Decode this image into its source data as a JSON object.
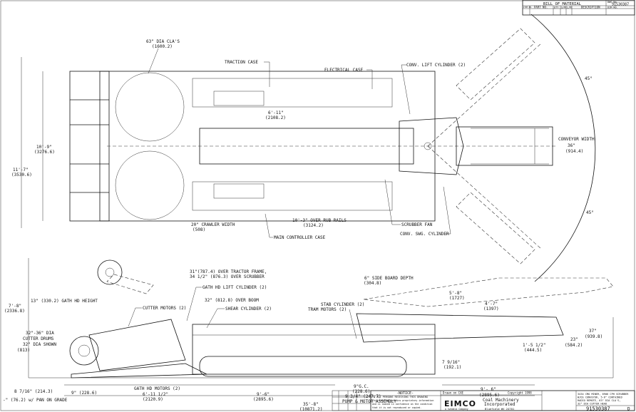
{
  "bill_of_material": {
    "title": "BILL OF MATERIAL",
    "dwg_no_label": "DWG No.",
    "dwg_no": "91530387",
    "columns": [
      "ITEM NO.",
      "PART NO.",
      "QTY",
      "S/M",
      "L/M",
      "DESCRIPTION",
      "DIM NO."
    ]
  },
  "plan_view": {
    "cla_dia": "63\" DIA CLA'S",
    "cla_dia_mm": "(1600.2)",
    "traction_case": "TRACTION CASE",
    "electrical_case": "ELECTRICAL CASE",
    "conv_lift_cylinder": "CONV. LIFT CYLINDER (2)",
    "width_mid": "6'-11\"",
    "width_mid_mm": "(2108.2)",
    "width_10_9": "10'-9\"",
    "width_10_9_mm": "(3276.6)",
    "width_11_7": "11'-7\"",
    "width_11_7_mm": "(3530.6)",
    "conveyor_width_label": "CONVEYOR WIDTH",
    "conveyor_width": "36\"",
    "conveyor_width_mm": "(914.4)",
    "angle_top": "45°",
    "angle_bottom": "45°",
    "crawler_width": "20\" CRAWLER WIDTH",
    "crawler_width_mm": "(508)",
    "over_rub_rails": "10'-3\" OVER RUB RAILS",
    "over_rub_rails_mm": "(3124.2)",
    "scrubber_fan": "SCRUBBER FAN",
    "main_controller_case": "MAIN CONTROLLER CASE",
    "conv_swg_cylinder": "CONV. SWG. CYLINDER"
  },
  "side_view": {
    "over_tractor_frame": "31\"(787.4) OVER TRACTOR FRAME,",
    "over_scrubber": "34 1/2\" (876.3) OVER SCRUBBER",
    "gath_hd_lift": "GATH HD LIFT CYLINDER (2)",
    "over_boom": "32\" (812.8) OVER BOOM",
    "shear_cylinder": "SHEAR CYLINDER (2)",
    "cutter_motors": "CUTTER MOTORS (2)",
    "gath_hd_height": "13\" (330.2) GATH HD HEIGHT",
    "height_7_8": "7'-8\"",
    "height_7_8_mm": "(2336.8)",
    "cutter_drums": "32\"-36\" DIA",
    "cutter_drums_2": "CUTTER DRUMS",
    "dia_shown": "32\" DIA SHOWN",
    "dia_shown_mm": "(813)",
    "dim_8_7_16": "8 7/16\" (214.3)",
    "pan_on_grade": "-\" (76.2) w/ PAN ON GRADE",
    "dim_9": "9\" (228.6)",
    "gath_hd_motors": "GATH HD MOTORS (2)",
    "len_6_11_half": "6'-11 1/2\"",
    "len_6_11_half_mm": "(2120.9)",
    "len_9_6": "9'-6\"",
    "len_9_6_mm": "(2895.6)",
    "len_35_8": "35'-8\"",
    "len_35_8_mm": "(10871.2)",
    "side_board_depth": "6\" SIDE BOARD DEPTH",
    "side_board_depth_mm": "(304.8)",
    "stab_cylinder": "STAB CYLINDER (2)",
    "tram_motors": "TRAM MOTORS (2)",
    "gc": "9\"G.C.",
    "gc_mm": "(228.6)",
    "dim_9_3_4": "9 3/4\" (247.7)",
    "pump_motor": "PUMP & MOTOR ASSEMBLY",
    "dim_5_8": "5'-8\"",
    "dim_5_8_mm": "(1727)",
    "dim_4_7": "4'-7\"",
    "dim_4_7_mm": "(1397)",
    "dim_7_9_16": "7 9/16\"",
    "dim_7_9_16_mm": "(192.1)",
    "dim_1_5_half": "1'-5 1/2\"",
    "dim_1_5_half_mm": "(444.5)",
    "dim_9_6_tail": "9'- 6\"",
    "dim_9_6_tail_mm": "(2895.6)",
    "dim_23": "23\"",
    "dim_23_mm": "(584.2)",
    "dim_37": "37\"",
    "dim_37_mm": "(939.8)"
  },
  "title_block": {
    "notice_title": "-NOTICE-",
    "notice_1": "TO ALL PERSONS RECEIVING THIS DRAWING",
    "notice_2": "This drawing contains proprietary information",
    "notice_3": "and is loaned in confidence on the condition",
    "notice_4": "that it is not reproduced or copied.",
    "drawn_on": "Drawn on CAE",
    "copyright": "Copyright 1998",
    "logo": "EIMCO",
    "company_1": "Coal Machinery",
    "company_2": "Incorporated",
    "company_sub": "A Svedala Company",
    "location": "Bluefield WV 24701",
    "title_1": "3434 CMO MINER, 6906 CPH SCRUBBER",
    "title_2": "W/DS CONVEYOR, 5-6\" CONTAINED",
    "title_3": "RADIO REMOTE, 63\" DIA CLA'S,",
    "title_4": "32\" DIA CUTTER HEAD",
    "dwg_number": "91530387",
    "rev": "D"
  }
}
